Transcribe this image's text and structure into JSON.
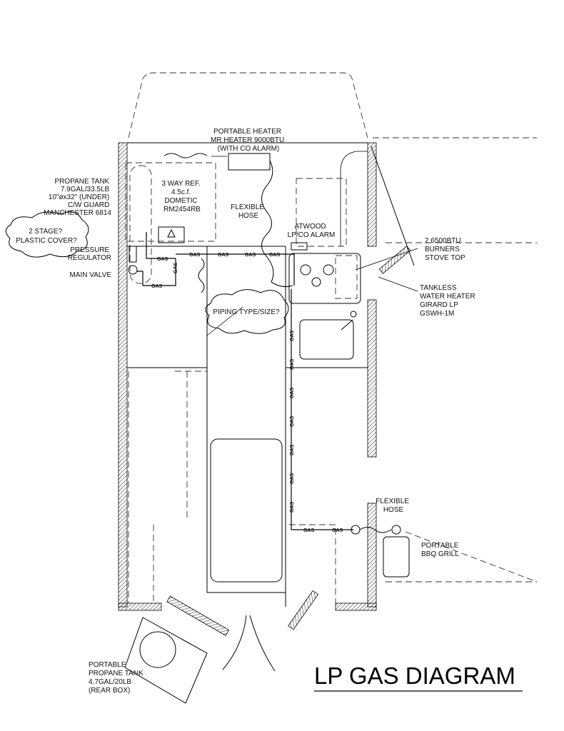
{
  "title": "LP GAS DIAGRAM",
  "labels": {
    "heater": [
      "PORTABLE HEATER",
      "MR HEATER 9000BTU",
      "(WITH CO ALARM)"
    ],
    "propane_tank": [
      "PROPANE TANK",
      "7.9GAL/33.5LB",
      "10\"øx32\" (UNDER)",
      "C/W GUARD",
      "MANCHESTER 6814"
    ],
    "fridge": [
      "3 WAY REF.",
      "4.5c.f.",
      "DOMETIC",
      "RM2454RB"
    ],
    "flex_hose_top": [
      "FLEXIBLE",
      "HOSE"
    ],
    "atwood": [
      "ATWOOD",
      "LP/CO ALARM"
    ],
    "burners": [
      "2 6500BTU",
      "BURNERS",
      "STOVE TOP"
    ],
    "water_heater": [
      "TANKLESS",
      "WATER HEATER",
      "GIRARD LP",
      "GSWH-1M"
    ],
    "regulator": [
      "PRESSURE",
      "REGULATOR"
    ],
    "main_valve": "MAIN VALVE",
    "cloud_stage": [
      "2 STAGE?",
      "PLASTIC COVER?"
    ],
    "cloud_piping": "PIPING TYPE/SIZE?",
    "flex_hose_bottom": [
      "FLEXIBLE",
      "HOSE"
    ],
    "bbq": [
      "PORTABLE",
      "BBQ GRILL"
    ],
    "rear_tank": [
      "PORTABLE",
      "PROPANE TANK",
      "4.7GAL/20LB",
      "(REAR BOX)"
    ]
  },
  "gas_tag": "GAS"
}
